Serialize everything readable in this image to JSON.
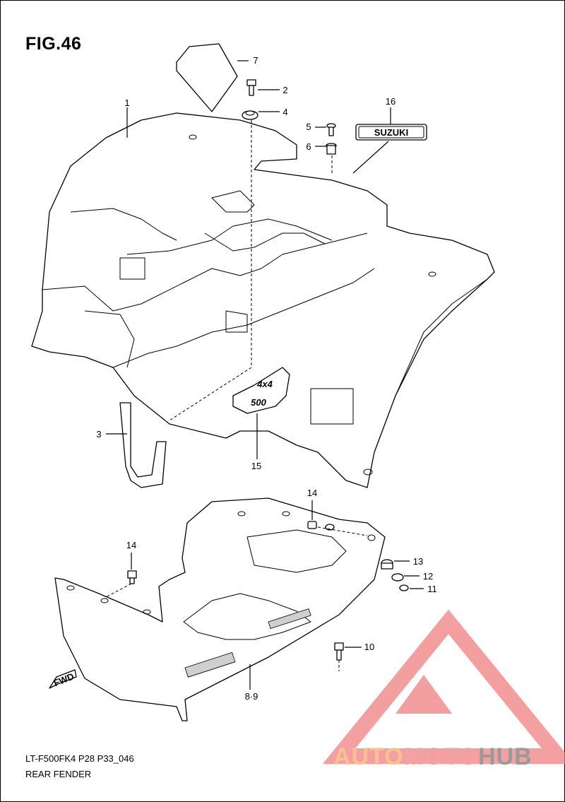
{
  "figure": {
    "title": "FIG.46",
    "model_code": "LT-F500FK4 P28 P33_046",
    "section_name": "REAR FENDER"
  },
  "emblem_text": "SUZUKI",
  "decal_text_top": "4x4",
  "decal_text_bottom": "500",
  "direction_marker": "FWD",
  "callouts": [
    {
      "id": "c1",
      "label": "1"
    },
    {
      "id": "c2",
      "label": "2"
    },
    {
      "id": "c3",
      "label": "3"
    },
    {
      "id": "c4",
      "label": "4"
    },
    {
      "id": "c5",
      "label": "5"
    },
    {
      "id": "c6",
      "label": "6"
    },
    {
      "id": "c7",
      "label": "7"
    },
    {
      "id": "c89",
      "label": "8·9"
    },
    {
      "id": "c10",
      "label": "10"
    },
    {
      "id": "c11",
      "label": "11"
    },
    {
      "id": "c12",
      "label": "12"
    },
    {
      "id": "c13",
      "label": "13"
    },
    {
      "id": "c14a",
      "label": "14"
    },
    {
      "id": "c14b",
      "label": "14"
    },
    {
      "id": "c15",
      "label": "15"
    },
    {
      "id": "c16",
      "label": "16"
    }
  ],
  "watermark": {
    "part1": "AUTO",
    "part2": "MOTO",
    "part3": "HUB",
    "colors": {
      "auto": "#f7c28f",
      "moto": "#f2a2a2",
      "hub": "#9a9a9a",
      "logo": "#f08080"
    }
  }
}
